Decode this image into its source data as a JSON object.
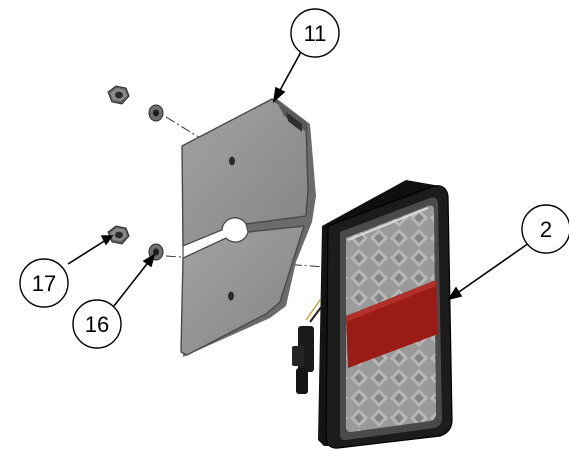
{
  "callouts": {
    "bracket": "11",
    "lamp": "2",
    "nut": "17",
    "washer": "16"
  },
  "colors": {
    "background": "#ffffff",
    "bracket_face": "#8f8f8f",
    "bracket_edge": "#5e5e5e",
    "lamp_housing": "#1c1c1c",
    "lamp_lens": "#9a9a9a",
    "lamp_red_band": "#9b1b16",
    "hardware": "#7a7a7a"
  },
  "icons": {
    "bracket": "mounting-bracket-icon",
    "lamp": "tail-light-icon",
    "nut": "hex-nut-icon",
    "washer": "washer-icon"
  }
}
